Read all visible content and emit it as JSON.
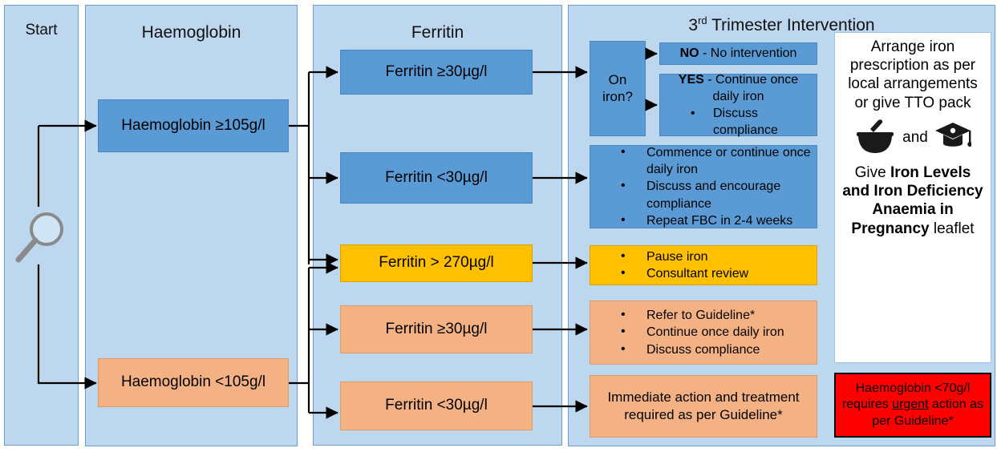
{
  "columns": {
    "start": {
      "title": "Start",
      "icon": "magnifier-icon"
    },
    "haemoglobin": {
      "title": "Haemoglobin",
      "nodes": [
        {
          "label": "Haemoglobin ≥105g/l",
          "color": "#5B9BD5"
        },
        {
          "label": "Haemoglobin <105g/l",
          "color": "#F4B183"
        }
      ]
    },
    "ferritin": {
      "title": "Ferritin",
      "nodes": [
        {
          "label": "Ferritin ≥30µg/l",
          "color": "#5B9BD5"
        },
        {
          "label": "Ferritin <30µg/l",
          "color": "#5B9BD5"
        },
        {
          "label": "Ferritin > 270µg/l",
          "color": "#FFC000"
        },
        {
          "label": "Ferritin ≥30µg/l",
          "color": "#F4B183"
        },
        {
          "label": "Ferritin <30µg/l",
          "color": "#F4B183"
        }
      ]
    },
    "intervention": {
      "title_prefix": "3",
      "title_sup": "rd",
      "title_rest": " Trimester Intervention",
      "decision": {
        "line1": "On",
        "line2": "iron?"
      },
      "no_box": {
        "bold": "NO",
        "rest": " - No intervention"
      },
      "yes_box": {
        "bold": "YES",
        "rest": " - Continue once",
        "line2": "daily iron",
        "bullet": "Discuss compliance"
      },
      "box_low_ferritin_blue": {
        "bullets": [
          "Commence or continue once daily iron",
          "Discuss and encourage compliance",
          "Repeat FBC in 2-4 weeks"
        ]
      },
      "box_high_ferritin_yellow": {
        "bullets": [
          "Pause iron",
          "Consultant review"
        ]
      },
      "box_anaemic_normal_ferritin": {
        "bullets": [
          "Refer to Guideline*",
          "Continue once daily iron",
          "Discuss compliance"
        ]
      },
      "box_anaemic_low_ferritin": {
        "text": "Immediate action and treatment required as per Guideline*"
      },
      "leaflet": {
        "top_text": "Arrange iron prescription as per local arrangements or give TTO pack",
        "icon_left": "mortar-and-pestle-icon",
        "and_label": "and",
        "icon_right": "graduation-cap-icon",
        "bottom_prefix": "Give ",
        "bottom_bold": "Iron Levels and Iron Deficiency Anaemia in Pregnancy",
        "bottom_suffix": " leaflet"
      },
      "warning": {
        "part1": "Haemoglobin <70g/l requires ",
        "underlined": "urgent",
        "part2": " action as per Guideline*",
        "background": "#FF0000"
      }
    }
  },
  "palette": {
    "panel_background": "#BDD7EE",
    "blue": "#5B9BD5",
    "peach": "#F4B183",
    "yellow": "#FFC000",
    "red": "#FF0000",
    "white": "#FFFFFF"
  }
}
